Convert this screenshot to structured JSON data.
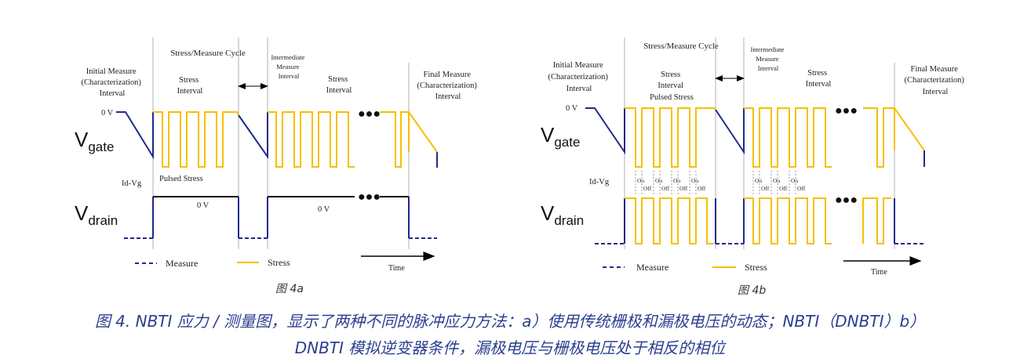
{
  "panel_a": {
    "cycle_title": "Stress/Measure Cycle",
    "initial": [
      "Initial Measure",
      "(Characterization)",
      "Interval"
    ],
    "stress1": [
      "Stress",
      "Interval"
    ],
    "intermediate": [
      "Intermediate",
      "Measure",
      "Interval"
    ],
    "stress2": [
      "Stress",
      "Interval"
    ],
    "final": [
      "Final Measure",
      "(Characterization)",
      "Interval"
    ],
    "zero_v": "0 V",
    "vgate_main": "V",
    "vgate_sub": "gate",
    "vdrain_main": "V",
    "vdrain_sub": "drain",
    "idvg": "Id-Vg",
    "pulsed_stress": "Pulsed Stress",
    "drain_zero_1": "0 V",
    "drain_zero_2": "0 V",
    "legend_measure": "Measure",
    "legend_stress": "Stress",
    "time": "Time",
    "label": "图 4a"
  },
  "panel_b": {
    "cycle_title": "Stress/Measure Cycle",
    "initial": [
      "Initial Measure",
      "(Characterization)",
      "Interval"
    ],
    "stress1": [
      "Stress",
      "Interval",
      "Pulsed Stress"
    ],
    "intermediate": [
      "Intermediate",
      "Measure",
      "Interval"
    ],
    "stress2": [
      "Stress",
      "Interval"
    ],
    "final": [
      "Final Measure",
      "(Characterization)",
      "Interval"
    ],
    "zero_v": "0 V",
    "vgate_main": "V",
    "vgate_sub": "gate",
    "vdrain_main": "V",
    "vdrain_sub": "drain",
    "idvg": "Id-Vg",
    "on": "On",
    "off": "Off",
    "legend_measure": "Measure",
    "legend_stress": "Stress",
    "time": "Time",
    "label": "图 4b"
  },
  "caption": {
    "line1": "图 4. NBTI 应力 / 测量图，显示了两种不同的脉冲应力方法：a）使用传统栅极和漏极电压的动态；NBTI（DNBTI）b）",
    "line2": "DNBTI 模拟逆变器条件，漏极电压与栅极电压处于相反的相位"
  },
  "colors": {
    "measure": "#1f2a8c",
    "stress": "#f5c000",
    "guide": "#b0b0b0",
    "caption": "#2a3f8f"
  }
}
